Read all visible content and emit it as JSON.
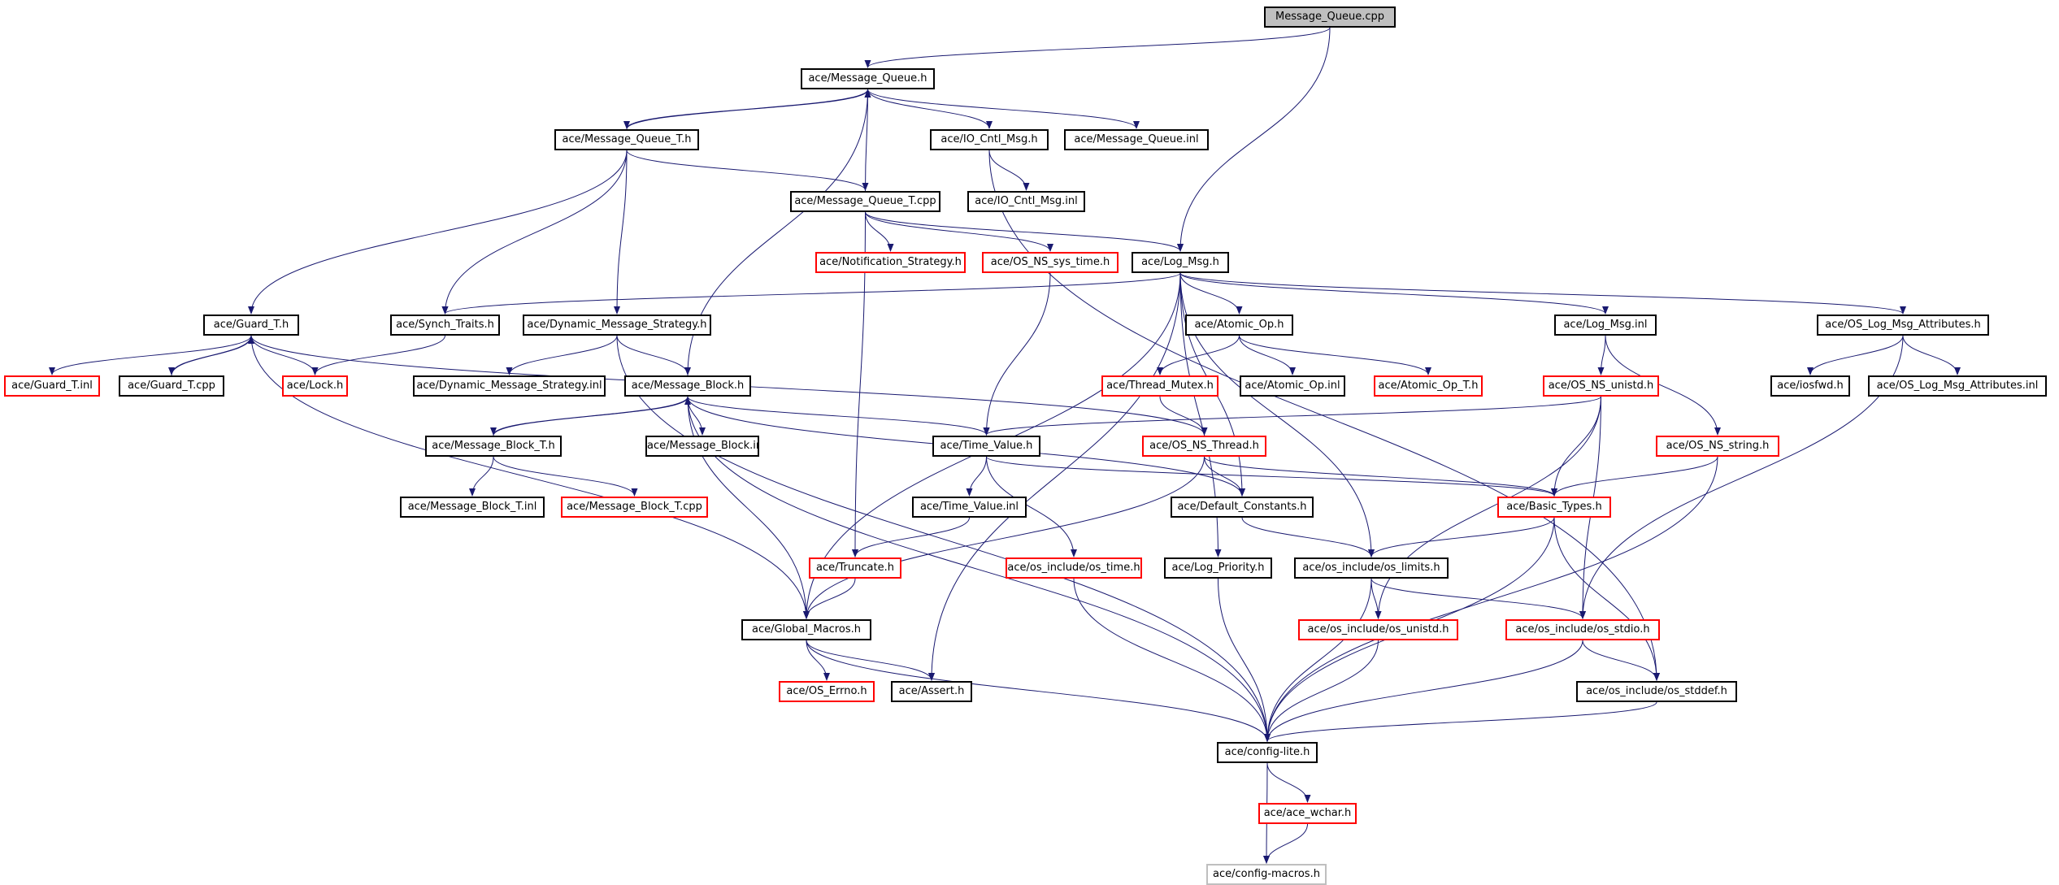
{
  "colors": {
    "edge": "#191970",
    "border_default": "#000000",
    "border_incomplete": "#ff0000",
    "border_leaf": "#bfbfbf",
    "root_fill": "#bfbfbf"
  },
  "nodes": [
    {
      "id": "mq_cpp",
      "label": "Message_Queue.cpp",
      "style": "root"
    },
    {
      "id": "mq_h",
      "label": "ace/Message_Queue.h",
      "style": "black"
    },
    {
      "id": "mqt_h",
      "label": "ace/Message_Queue_T.h",
      "style": "black"
    },
    {
      "id": "iocntl_h",
      "label": "ace/IO_Cntl_Msg.h",
      "style": "black"
    },
    {
      "id": "mq_inl",
      "label": "ace/Message_Queue.inl",
      "style": "black"
    },
    {
      "id": "mqt_cpp",
      "label": "ace/Message_Queue_T.cpp",
      "style": "black"
    },
    {
      "id": "iocntl_inl",
      "label": "ace/IO_Cntl_Msg.inl",
      "style": "black"
    },
    {
      "id": "notif_h",
      "label": "ace/Notification_Strategy.h",
      "style": "red"
    },
    {
      "id": "osnssys_h",
      "label": "ace/OS_NS_sys_time.h",
      "style": "red"
    },
    {
      "id": "logmsg_h",
      "label": "ace/Log_Msg.h",
      "style": "black"
    },
    {
      "id": "guardt_h",
      "label": "ace/Guard_T.h",
      "style": "black"
    },
    {
      "id": "synch_h",
      "label": "ace/Synch_Traits.h",
      "style": "black"
    },
    {
      "id": "dms_h",
      "label": "ace/Dynamic_Message_Strategy.h",
      "style": "black"
    },
    {
      "id": "atomic_h",
      "label": "ace/Atomic_Op.h",
      "style": "black"
    },
    {
      "id": "logmsg_inl",
      "label": "ace/Log_Msg.inl",
      "style": "black"
    },
    {
      "id": "oslogattr_h",
      "label": "ace/OS_Log_Msg_Attributes.h",
      "style": "black"
    },
    {
      "id": "guardt_inl",
      "label": "ace/Guard_T.inl",
      "style": "red"
    },
    {
      "id": "guardt_cpp",
      "label": "ace/Guard_T.cpp",
      "style": "black"
    },
    {
      "id": "lock_h",
      "label": "ace/Lock.h",
      "style": "red"
    },
    {
      "id": "dms_inl",
      "label": "ace/Dynamic_Message_Strategy.inl",
      "style": "black"
    },
    {
      "id": "mb_h",
      "label": "ace/Message_Block.h",
      "style": "black"
    },
    {
      "id": "threadmutex_h",
      "label": "ace/Thread_Mutex.h",
      "style": "red"
    },
    {
      "id": "atomic_inl",
      "label": "ace/Atomic_Op.inl",
      "style": "black"
    },
    {
      "id": "atomict_h",
      "label": "ace/Atomic_Op_T.h",
      "style": "red"
    },
    {
      "id": "osnsunistd_h",
      "label": "ace/OS_NS_unistd.h",
      "style": "red"
    },
    {
      "id": "iosfwd_h",
      "label": "ace/iosfwd.h",
      "style": "black"
    },
    {
      "id": "oslogattr_inl",
      "label": "ace/OS_Log_Msg_Attributes.inl",
      "style": "black"
    },
    {
      "id": "mbt_h",
      "label": "ace/Message_Block_T.h",
      "style": "black"
    },
    {
      "id": "mb_inl",
      "label": "ace/Message_Block.inl",
      "style": "black"
    },
    {
      "id": "timevalue_h",
      "label": "ace/Time_Value.h",
      "style": "black"
    },
    {
      "id": "osnsthread_h",
      "label": "ace/OS_NS_Thread.h",
      "style": "red"
    },
    {
      "id": "osnsstring_h",
      "label": "ace/OS_NS_string.h",
      "style": "red"
    },
    {
      "id": "mbt_inl",
      "label": "ace/Message_Block_T.inl",
      "style": "black"
    },
    {
      "id": "mbt_cpp",
      "label": "ace/Message_Block_T.cpp",
      "style": "red"
    },
    {
      "id": "timevalue_inl",
      "label": "ace/Time_Value.inl",
      "style": "black"
    },
    {
      "id": "defconst_h",
      "label": "ace/Default_Constants.h",
      "style": "black"
    },
    {
      "id": "basictypes_h",
      "label": "ace/Basic_Types.h",
      "style": "red"
    },
    {
      "id": "truncate_h",
      "label": "ace/Truncate.h",
      "style": "red"
    },
    {
      "id": "ostime_h",
      "label": "ace/os_include/os_time.h",
      "style": "red"
    },
    {
      "id": "logprio_h",
      "label": "ace/Log_Priority.h",
      "style": "black"
    },
    {
      "id": "oslimits_h",
      "label": "ace/os_include/os_limits.h",
      "style": "black"
    },
    {
      "id": "globalmacros_h",
      "label": "ace/Global_Macros.h",
      "style": "black"
    },
    {
      "id": "osunistd_h",
      "label": "ace/os_include/os_unistd.h",
      "style": "red"
    },
    {
      "id": "osstdio_h",
      "label": "ace/os_include/os_stdio.h",
      "style": "red"
    },
    {
      "id": "oserrno_h",
      "label": "ace/OS_Errno.h",
      "style": "red"
    },
    {
      "id": "assert_h",
      "label": "ace/Assert.h",
      "style": "black"
    },
    {
      "id": "osstddef_h",
      "label": "ace/os_include/os_stddef.h",
      "style": "black"
    },
    {
      "id": "configlite_h",
      "label": "ace/config-lite.h",
      "style": "black"
    },
    {
      "id": "acewchar_h",
      "label": "ace/ace_wchar.h",
      "style": "red"
    },
    {
      "id": "configmacros_h",
      "label": "ace/config-macros.h",
      "style": "gray"
    }
  ],
  "edges": [
    [
      "mq_cpp",
      "mq_h"
    ],
    [
      "mq_cpp",
      "logmsg_h"
    ],
    [
      "mq_h",
      "mqt_h"
    ],
    [
      "mq_h",
      "iocntl_h"
    ],
    [
      "mq_h",
      "mq_inl"
    ],
    [
      "mqt_h",
      "mq_h"
    ],
    [
      "mqt_h",
      "mqt_cpp"
    ],
    [
      "mqt_h",
      "guardt_h"
    ],
    [
      "mqt_h",
      "synch_h"
    ],
    [
      "mqt_h",
      "dms_h"
    ],
    [
      "mqt_cpp",
      "mq_h"
    ],
    [
      "mqt_cpp",
      "notif_h"
    ],
    [
      "mqt_cpp",
      "osnssys_h"
    ],
    [
      "mqt_cpp",
      "logmsg_h"
    ],
    [
      "mqt_cpp",
      "truncate_h"
    ],
    [
      "iocntl_h",
      "iocntl_inl"
    ],
    [
      "iocntl_h",
      "osstddef_h"
    ],
    [
      "osnssys_h",
      "timevalue_h"
    ],
    [
      "logmsg_h",
      "synch_h"
    ],
    [
      "logmsg_h",
      "atomic_h"
    ],
    [
      "logmsg_h",
      "logmsg_inl"
    ],
    [
      "logmsg_h",
      "oslogattr_h"
    ],
    [
      "logmsg_h",
      "globalmacros_h"
    ],
    [
      "logmsg_h",
      "assert_h"
    ],
    [
      "logmsg_h",
      "logprio_h"
    ],
    [
      "logmsg_h",
      "defconst_h"
    ],
    [
      "logmsg_h",
      "oslimits_h"
    ],
    [
      "guardt_h",
      "guardt_inl"
    ],
    [
      "guardt_h",
      "guardt_cpp"
    ],
    [
      "guardt_h",
      "lock_h"
    ],
    [
      "guardt_h",
      "osnsthread_h"
    ],
    [
      "guardt_h",
      "globalmacros_h"
    ],
    [
      "guardt_cpp",
      "guardt_h"
    ],
    [
      "synch_h",
      "lock_h"
    ],
    [
      "dms_h",
      "dms_inl"
    ],
    [
      "dms_h",
      "mb_h"
    ],
    [
      "dms_h",
      "configlite_h"
    ],
    [
      "mb_h",
      "mq_h"
    ],
    [
      "mb_h",
      "mbt_h"
    ],
    [
      "mb_h",
      "mb_inl"
    ],
    [
      "mb_h",
      "timevalue_h"
    ],
    [
      "mb_h",
      "defconst_h"
    ],
    [
      "mb_h",
      "globalmacros_h"
    ],
    [
      "mb_h",
      "configlite_h"
    ],
    [
      "mbt_h",
      "mb_h"
    ],
    [
      "mbt_h",
      "mbt_inl"
    ],
    [
      "mbt_h",
      "mbt_cpp"
    ],
    [
      "atomic_h",
      "threadmutex_h"
    ],
    [
      "atomic_h",
      "atomic_inl"
    ],
    [
      "atomic_h",
      "atomict_h"
    ],
    [
      "threadmutex_h",
      "osnsthread_h"
    ],
    [
      "logmsg_inl",
      "osnsunistd_h"
    ],
    [
      "logmsg_inl",
      "osnsstring_h"
    ],
    [
      "oslogattr_h",
      "iosfwd_h"
    ],
    [
      "oslogattr_h",
      "oslogattr_inl"
    ],
    [
      "oslogattr_h",
      "osstdio_h"
    ],
    [
      "osnsunistd_h",
      "timevalue_h"
    ],
    [
      "osnsunistd_h",
      "basictypes_h"
    ],
    [
      "osnsunistd_h",
      "osunistd_h"
    ],
    [
      "osnsunistd_h",
      "osstdio_h"
    ],
    [
      "timevalue_h",
      "timevalue_inl"
    ],
    [
      "timevalue_h",
      "ostime_h"
    ],
    [
      "timevalue_h",
      "basictypes_h"
    ],
    [
      "osnsthread_h",
      "defconst_h"
    ],
    [
      "osnsthread_h",
      "basictypes_h"
    ],
    [
      "osnsthread_h",
      "globalmacros_h"
    ],
    [
      "osnsstring_h",
      "basictypes_h"
    ],
    [
      "osnsstring_h",
      "configlite_h"
    ],
    [
      "timevalue_inl",
      "truncate_h"
    ],
    [
      "defconst_h",
      "oslimits_h"
    ],
    [
      "basictypes_h",
      "oslimits_h"
    ],
    [
      "basictypes_h",
      "osstddef_h"
    ],
    [
      "basictypes_h",
      "configlite_h"
    ],
    [
      "truncate_h",
      "globalmacros_h"
    ],
    [
      "ostime_h",
      "configlite_h"
    ],
    [
      "logprio_h",
      "configlite_h"
    ],
    [
      "oslimits_h",
      "osunistd_h"
    ],
    [
      "oslimits_h",
      "osstdio_h"
    ],
    [
      "oslimits_h",
      "configlite_h"
    ],
    [
      "globalmacros_h",
      "oserrno_h"
    ],
    [
      "globalmacros_h",
      "assert_h"
    ],
    [
      "globalmacros_h",
      "configlite_h"
    ],
    [
      "osunistd_h",
      "configlite_h"
    ],
    [
      "osstdio_h",
      "osstddef_h"
    ],
    [
      "osstdio_h",
      "configlite_h"
    ],
    [
      "osstddef_h",
      "configlite_h"
    ],
    [
      "configlite_h",
      "acewchar_h"
    ],
    [
      "configlite_h",
      "configmacros_h"
    ],
    [
      "acewchar_h",
      "configmacros_h"
    ]
  ]
}
